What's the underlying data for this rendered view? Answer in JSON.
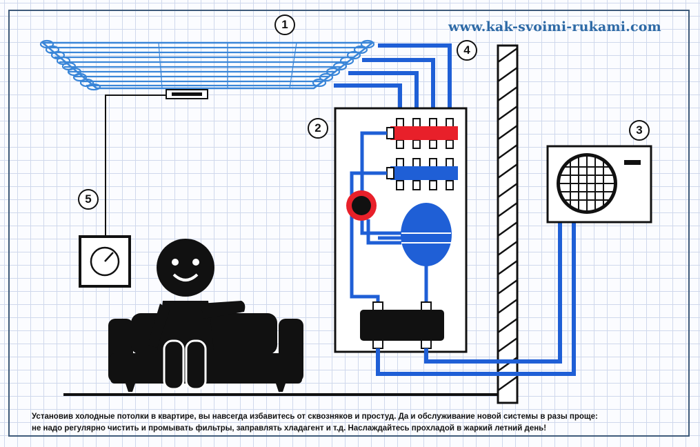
{
  "site_url": "www.kak-svoimi-rukami.com",
  "callouts": {
    "ceiling": "1",
    "cabinet": "2",
    "outdoor_unit": "3",
    "pipes": "4",
    "thermostat": "5"
  },
  "caption": {
    "line1": "Установив холодные потолки в квартире, вы навсегда избавитесь от сквозняков и простуд. Да и обслуживание новой системы в разы проще:",
    "line2": "не надо регулярно чистить и промывать фильтры, заправлять хладагент и т.д. Наслаждайтесь прохладой в жаркий летний день!"
  },
  "colors": {
    "pipe_blue": "#1f5fd6",
    "hot_red": "#e8202a",
    "ceiling_blue": "#3a86d8",
    "ink": "#111111"
  }
}
